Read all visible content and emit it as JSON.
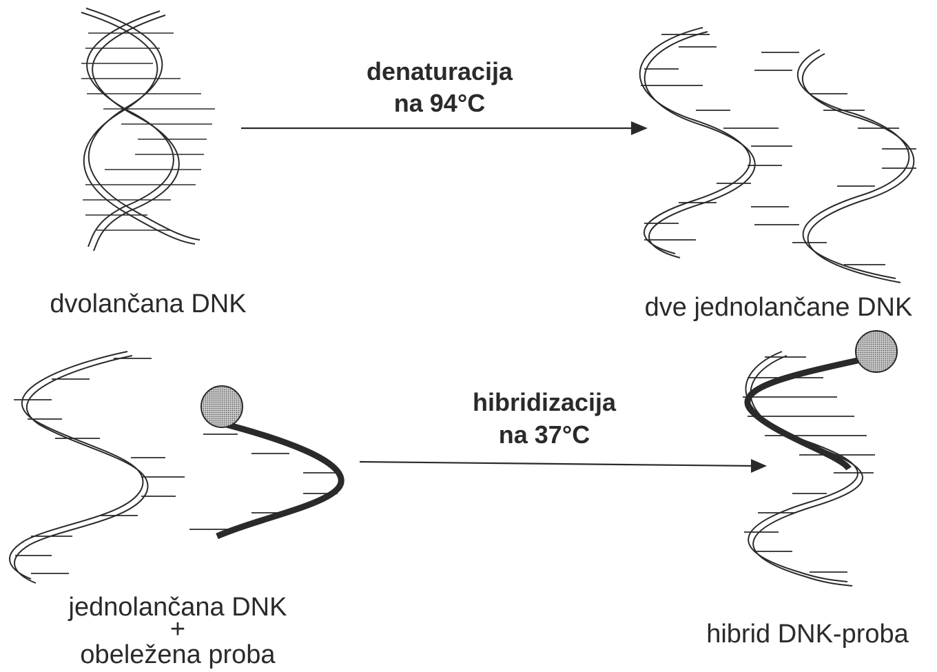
{
  "top": {
    "left_label": "dvolančana DNK",
    "right_label": "dve jednolančane DNK",
    "arrow_label_line1": "denaturacija",
    "arrow_label_line2": "na 94°C"
  },
  "bottom": {
    "left_label_line1": "jednolančana DNK",
    "left_label_plus": "+",
    "left_label_line3": "obeležena proba",
    "right_label": "hibrid DNK-proba",
    "arrow_label_line1": "hibridizacija",
    "arrow_label_line2": "na 37°C"
  },
  "colors": {
    "ink": "#2a2a2a",
    "probe_ball": "#8a8a8a"
  }
}
